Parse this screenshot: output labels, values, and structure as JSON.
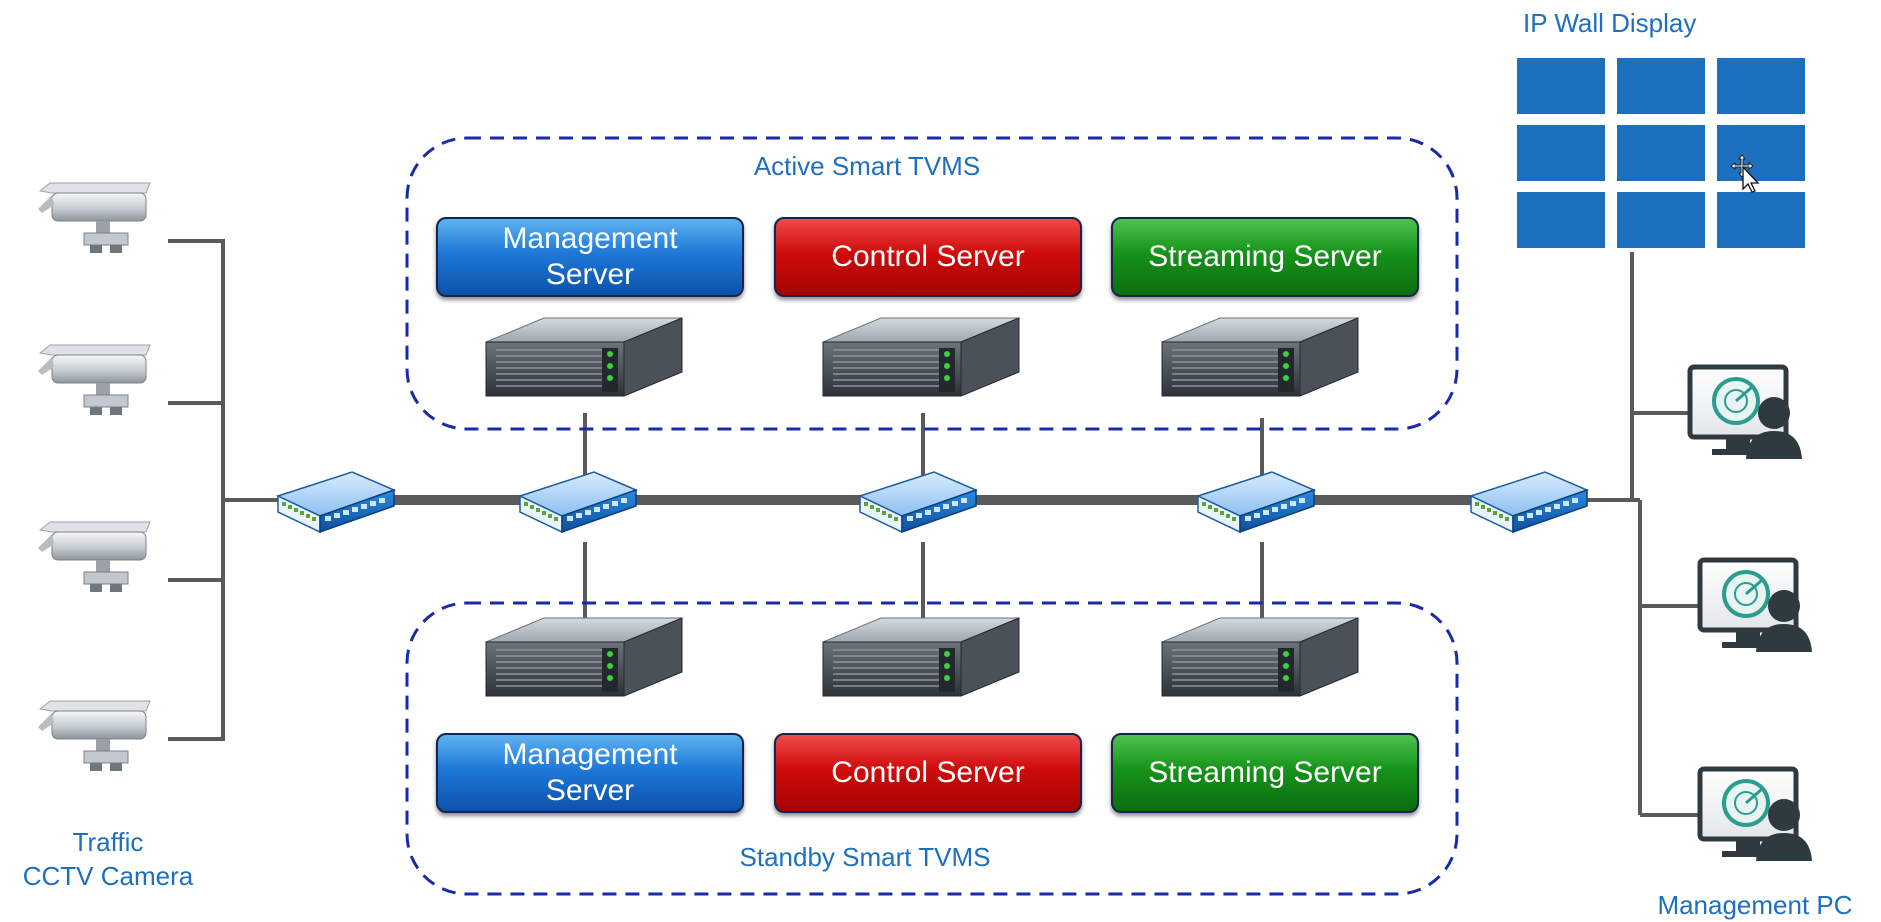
{
  "labels": {
    "ip_wall": "IP Wall Display",
    "active_group": "Active Smart TVMS",
    "standby_group": "Standby Smart TVMS",
    "camera": "Traffic\nCCTV Camera",
    "management_pc": "Management PC"
  },
  "active_servers": [
    {
      "label": "Management\nServer",
      "kind": "management"
    },
    {
      "label": "Control Server",
      "kind": "control"
    },
    {
      "label": "Streaming Server",
      "kind": "streaming"
    }
  ],
  "standby_servers": [
    {
      "label": "Management\nServer",
      "kind": "management"
    },
    {
      "label": "Control Server",
      "kind": "control"
    },
    {
      "label": "Streaming Server",
      "kind": "streaming"
    }
  ],
  "icons": {
    "camera": "cctv-camera-icon",
    "switch": "network-switch-icon",
    "server": "rack-server-icon",
    "pc": "management-pc-icon",
    "wall": "video-wall-icon",
    "cursor": "move-cursor-icon"
  },
  "colors": {
    "label_text": "#1f6fbf",
    "dashed_border": "#1a2aa8",
    "management": "#1d78d8",
    "control": "#cf0b0b",
    "streaming": "#16931a",
    "wall_tile": "#1c70bf",
    "link_line": "#5a5a5a"
  }
}
